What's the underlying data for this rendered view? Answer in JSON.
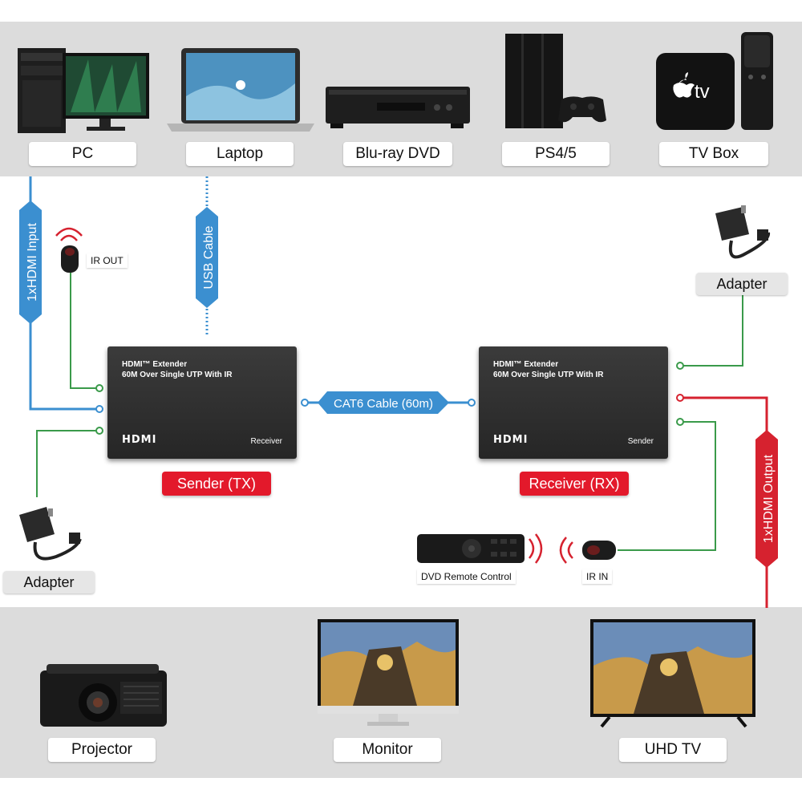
{
  "sources": {
    "pc": "PC",
    "laptop": "Laptop",
    "bluray": "Blu-ray DVD",
    "ps": "PS4/5",
    "tvbox": "TV Box"
  },
  "sinks": {
    "projector": "Projector",
    "monitor": "Monitor",
    "uhdtv": "UHD TV"
  },
  "cables": {
    "hdmi_input": "1xHDMI Input",
    "usb": "USB Cable",
    "cat6": "CAT6 Cable (60m)",
    "hdmi_output": "1xHDMI Output"
  },
  "sender_device": {
    "line1": "HDMI™ Extender",
    "line2": "60M Over Single UTP With IR",
    "hdmi_logo": "HDMI",
    "port_label": "Receiver",
    "caption": "Sender (TX)"
  },
  "receiver_device": {
    "line1": "HDMI™ Extender",
    "line2": "60M Over Single UTP With IR",
    "hdmi_logo": "HDMI",
    "port_label": "Sender",
    "caption": "Receiver (RX)"
  },
  "accessories": {
    "ir_out": "IR OUT",
    "ir_in": "IR IN",
    "remote": "DVD Remote Control",
    "adapter_left": "Adapter",
    "adapter_right": "Adapter",
    "tvbox_brand": "tv"
  },
  "colors": {
    "hdmi_blue": "#3b8fd0",
    "hdmi_red": "#d6222f",
    "power_green": "#3a9a4a",
    "panel_grey": "#dcdcdc"
  }
}
